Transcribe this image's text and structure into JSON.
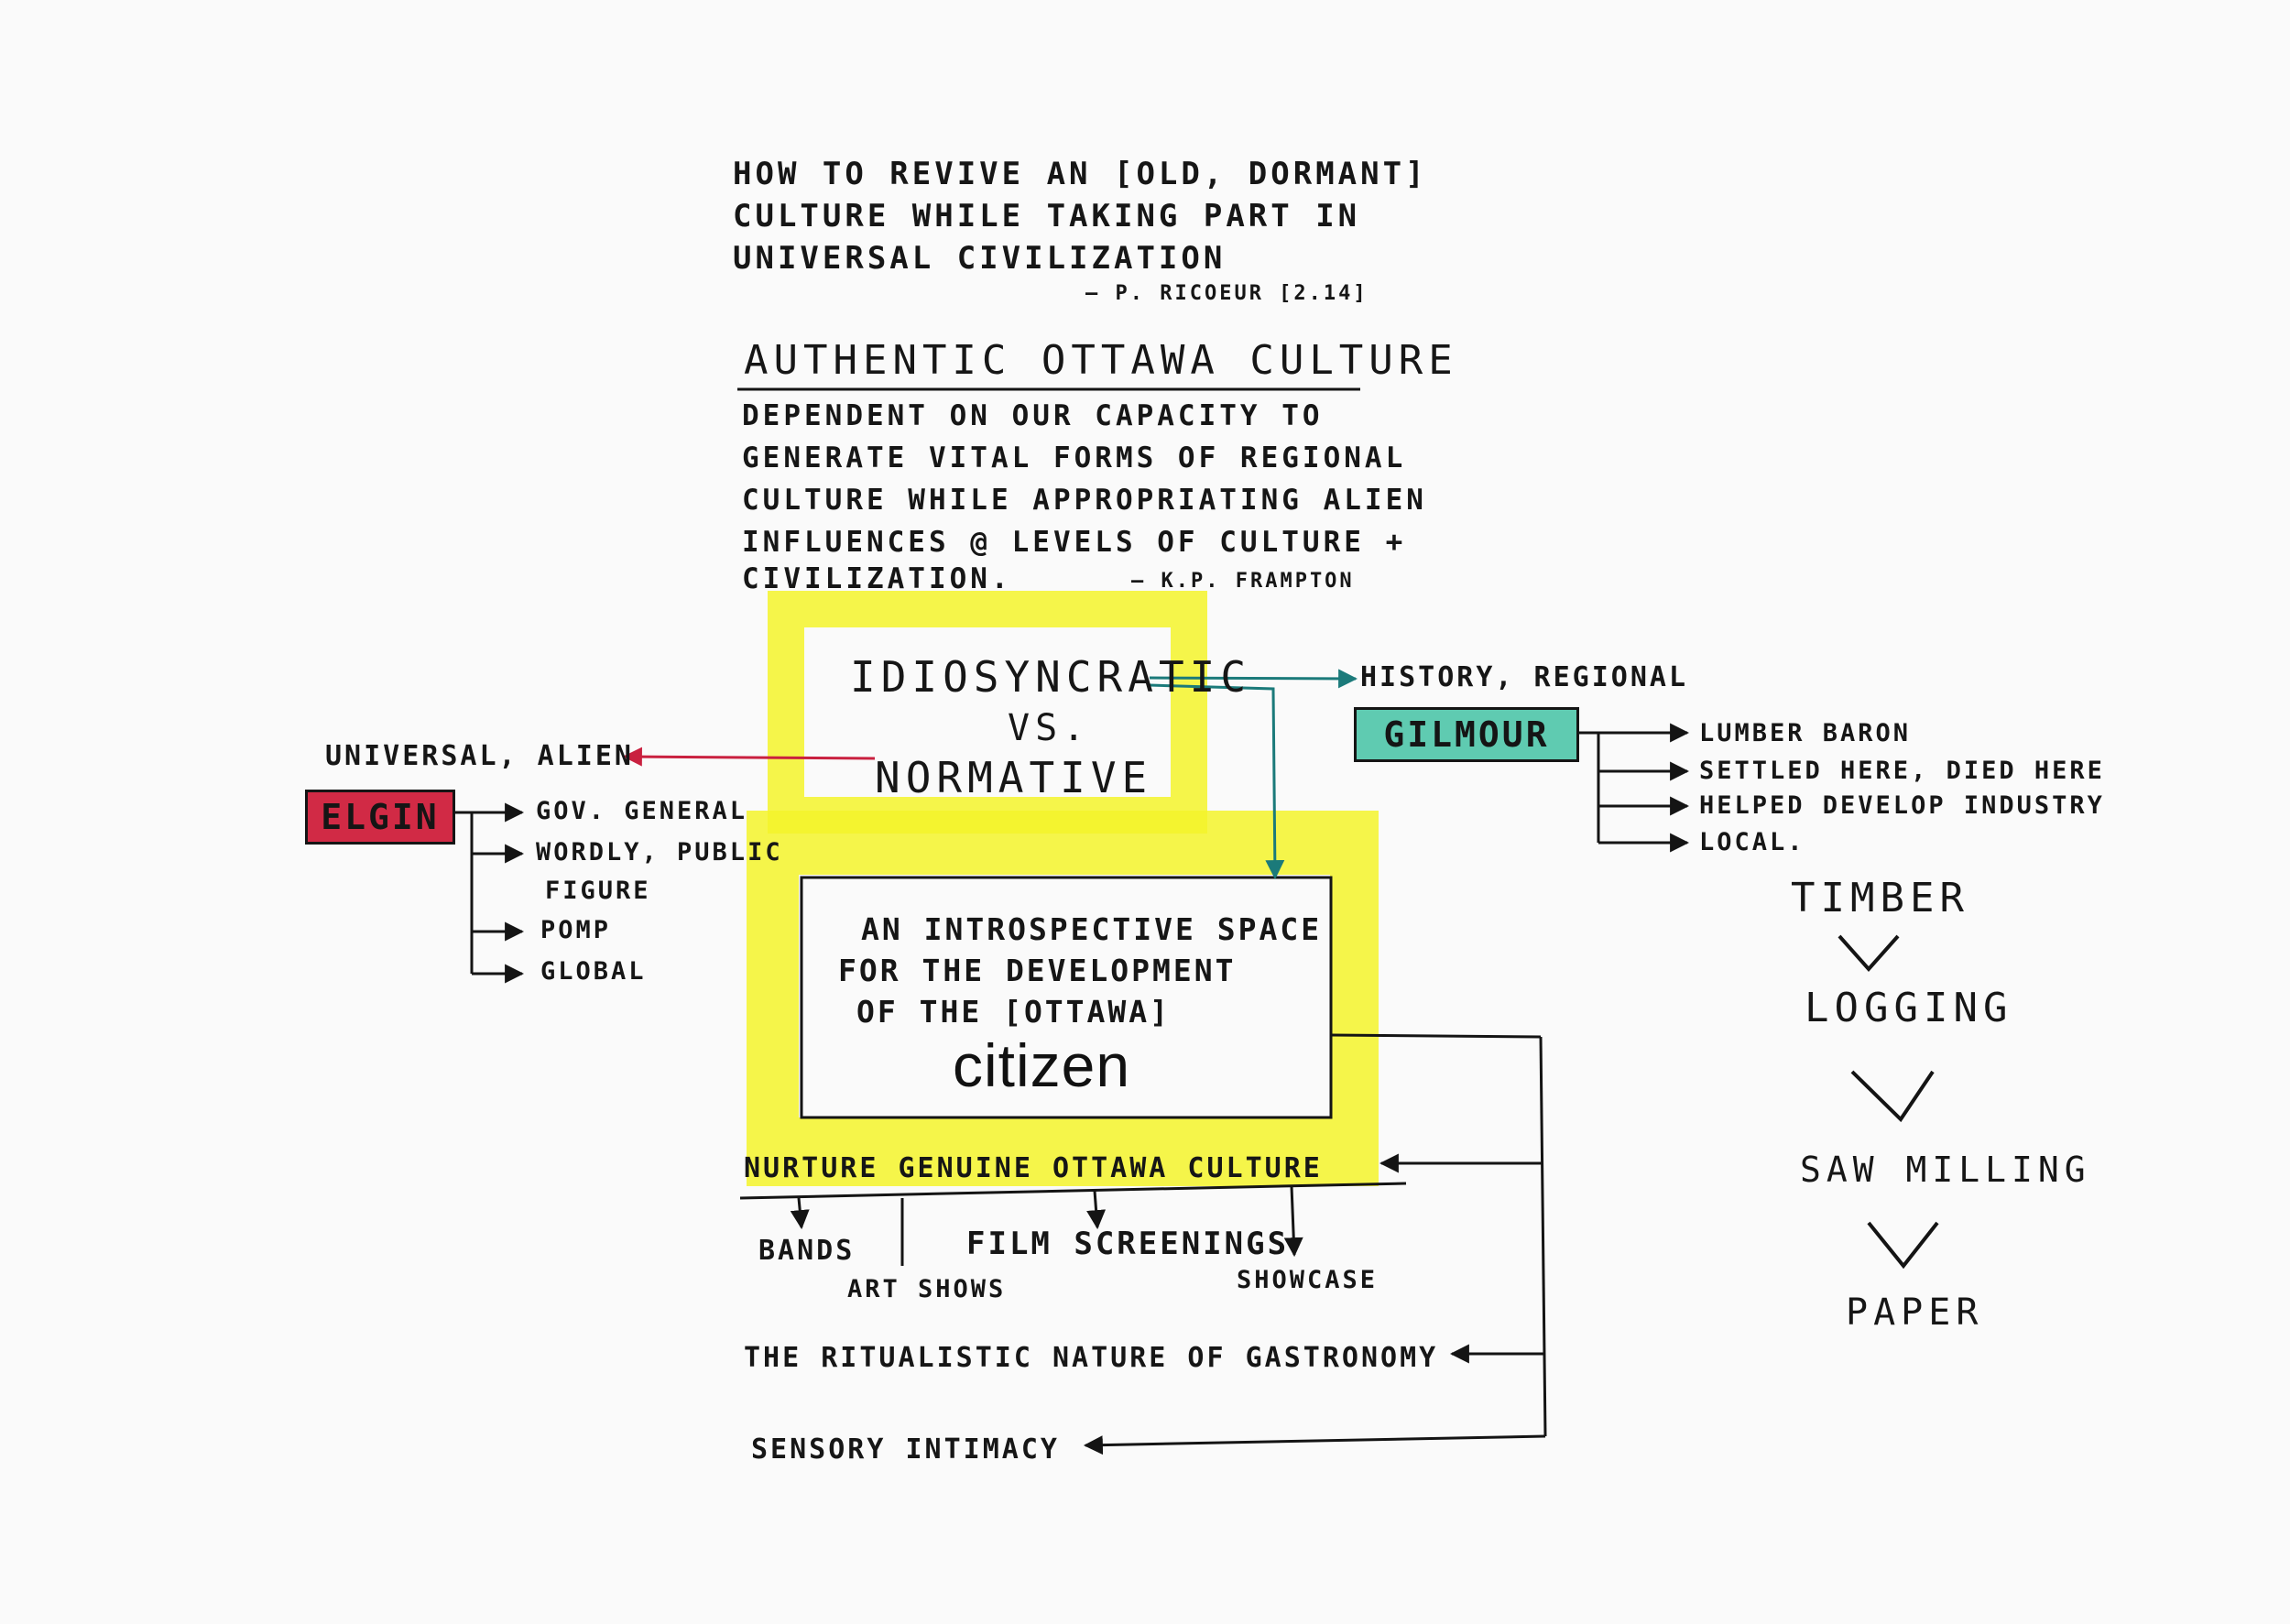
{
  "quote": {
    "lines": [
      "HOW TO REVIVE AN [OLD, DORMANT]",
      "CULTURE WHILE TAKING PART IN",
      "UNIVERSAL CIVILIZATION"
    ],
    "attribution": "— P. RICOEUR [2.14]"
  },
  "heading": {
    "title": "AUTHENTIC OTTAWA CULTURE",
    "body": [
      "DEPENDENT ON OUR CAPACITY TO",
      "GENERATE VITAL FORMS OF REGIONAL",
      "CULTURE WHILE APPROPRIATING ALIEN",
      "INFLUENCES @ LEVELS OF CULTURE +",
      "CIVILIZATION."
    ],
    "attribution": "— K.P. FRAMPTON"
  },
  "center": {
    "line1": "IDIOSYNCRATIC",
    "line2": "VS.",
    "line3": "NORMATIVE"
  },
  "left": {
    "label": "UNIVERSAL, ALIEN",
    "tag": "ELGIN",
    "tag_color": "#d12a45",
    "items": [
      "GOV. GENERAL",
      "WORDLY, PUBLIC",
      "FIGURE",
      "POMP",
      "GLOBAL"
    ]
  },
  "right": {
    "label": "HISTORY, REGIONAL",
    "tag": "GILMOUR",
    "tag_color": "#5fcbb1",
    "items": [
      "LUMBER BARON",
      "SETTLED HERE, DIED HERE",
      "HELPED DEVELOP INDUSTRY",
      "LOCAL."
    ]
  },
  "process": [
    "TIMBER",
    "LOGGING",
    "SAW MILLING",
    "PAPER"
  ],
  "box": {
    "lines": [
      "AN INTROSPECTIVE SPACE",
      "FOR THE DEVELOPMENT",
      "OF THE [OTTAWA]"
    ],
    "citizen": "citizen"
  },
  "bottom": {
    "nurture": "NURTURE GENUINE OTTAWA CULTURE",
    "items": [
      "BANDS",
      "ART SHOWS",
      "FILM SCREENINGS",
      "SHOWCASE"
    ],
    "gastronomy": "THE RITUALISTIC NATURE OF GASTRONOMY",
    "sensory": "SENSORY INTIMACY"
  },
  "colors": {
    "highlight": "#f3f32a",
    "red_arrow": "#c9203f",
    "teal_arrow": "#1b7a7a",
    "ink": "#141414"
  }
}
